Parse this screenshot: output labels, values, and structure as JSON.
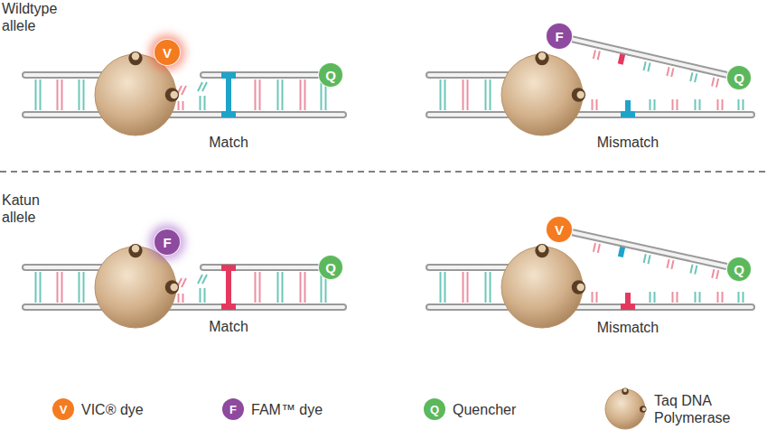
{
  "diagram": {
    "nodes": [
      {
        "text": [
          "V"
        ]
      },
      {
        "text": [
          "Q"
        ]
      },
      {
        "text": [
          "F"
        ]
      },
      {
        "text": [
          "Q"
        ]
      },
      {
        "text": [
          "F"
        ]
      },
      {
        "text": [
          "Q"
        ]
      },
      {
        "text": [
          "V"
        ]
      },
      {
        "text": [
          "Q"
        ]
      }
    ],
    "edges": [
      {
        "from": 2,
        "to": 3,
        "arrow": "none"
      },
      {
        "from": 6,
        "to": 7,
        "arrow": "none"
      }
    ],
    "labels": [
      "Wildtype allele",
      "Match",
      "Mismatch",
      "Katun allele",
      "Match",
      "Mismatch",
      "V",
      "F",
      "Q"
    ],
    "legend": [
      {
        "text": "VIC® dye",
        "color": "#f47b20"
      },
      {
        "text": "FAM™ dye",
        "color": "#8e4a9e"
      },
      {
        "text": "Quencher",
        "color": "#5cb85c"
      },
      {
        "text": "Taq DNA Polymerase"
      }
    ]
  }
}
